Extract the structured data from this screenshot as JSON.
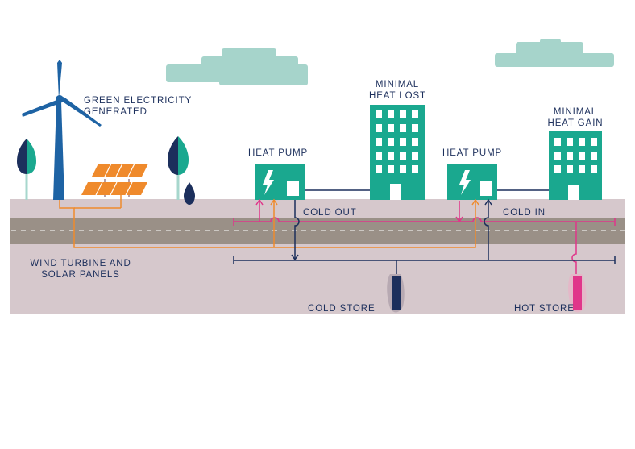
{
  "labels": {
    "green_electricity": [
      "GREEN ELECTRICITY",
      "GENERATED"
    ],
    "wind_solar": [
      "WIND TURBINE AND",
      "SOLAR PANELS"
    ],
    "heat_pump_left": "HEAT PUMP",
    "heat_pump_right": "HEAT PUMP",
    "minimal_heat_lost": [
      "MINIMAL",
      "HEAT LOST"
    ],
    "minimal_heat_gain": [
      "MINIMAL",
      "HEAT GAIN"
    ],
    "cold_out": "COLD OUT",
    "cold_in": "COLD IN",
    "cold_store": "COLD STORE",
    "hot_store": "HOT STORE"
  },
  "colors": {
    "navy": "#1c2f5c",
    "teal": "#1aa88f",
    "orange": "#ef8a2c",
    "magenta": "#e0368a",
    "cloud": "#a6d4cb",
    "ground": "#d6c8cc",
    "road": "#9a9087",
    "turbine": "#1e63a4"
  }
}
